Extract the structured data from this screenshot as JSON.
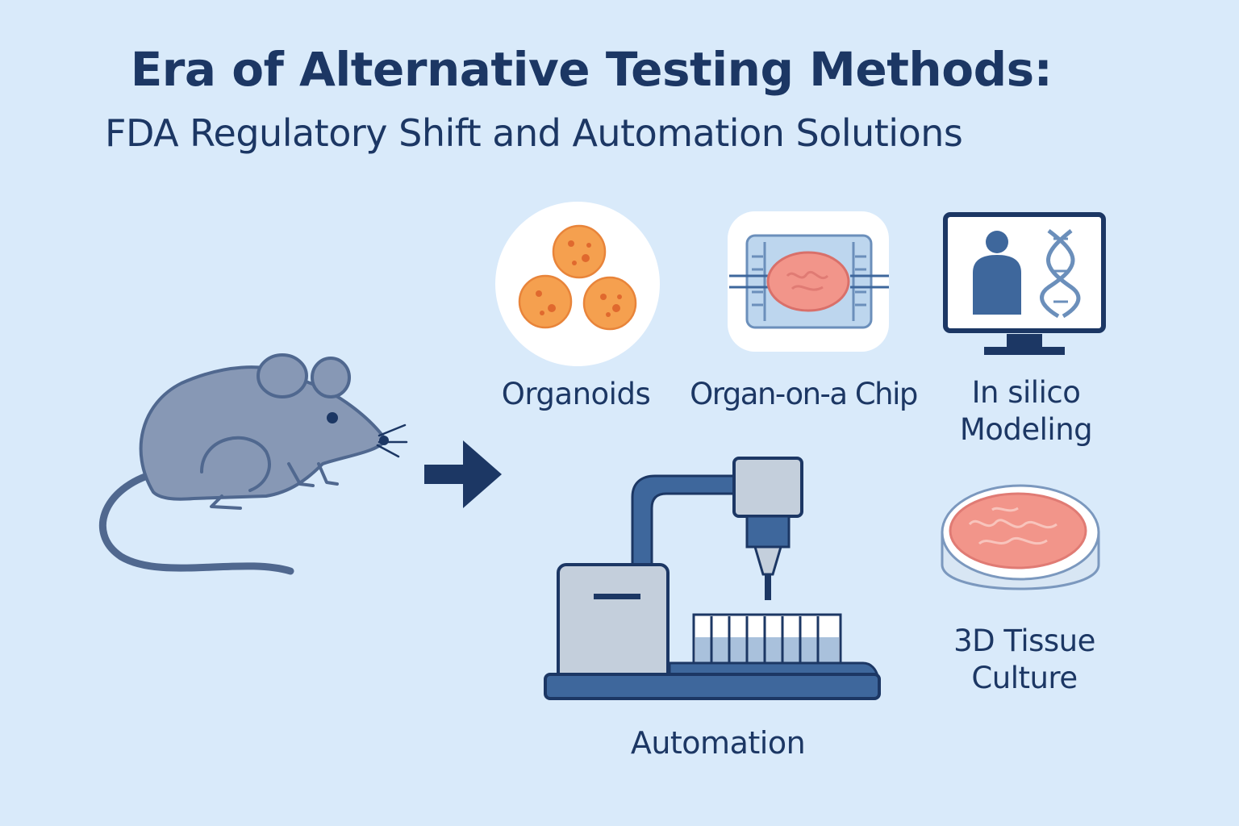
{
  "title": {
    "line1": "Era of Alternative Testing Methods:",
    "line2": "FDA Regulatory Shift and Automation Solutions"
  },
  "labels": {
    "organoids": "Organoids",
    "organ_chip": "Organ-on-a Chip",
    "in_silico_line1": "In silico",
    "in_silico_line2": "Modeling",
    "tissue_line1": "3D Tissue",
    "tissue_line2": "Culture",
    "automation": "Automation"
  },
  "colors": {
    "background": "#d9eafa",
    "navy": "#1c3764",
    "mouse_fill": "#8798b5",
    "mouse_outline": "#50688f",
    "organoid_orange": "#f5a04f",
    "tissue_pink": "#f2958a",
    "steel_blue": "#3e679c"
  }
}
